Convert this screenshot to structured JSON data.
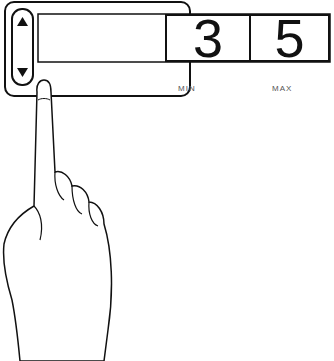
{
  "diagram": {
    "nodes": [
      {
        "text": [
          "3"
        ]
      },
      {
        "text": [
          "5"
        ]
      }
    ],
    "labels": [
      "MIN",
      "MAX"
    ]
  }
}
